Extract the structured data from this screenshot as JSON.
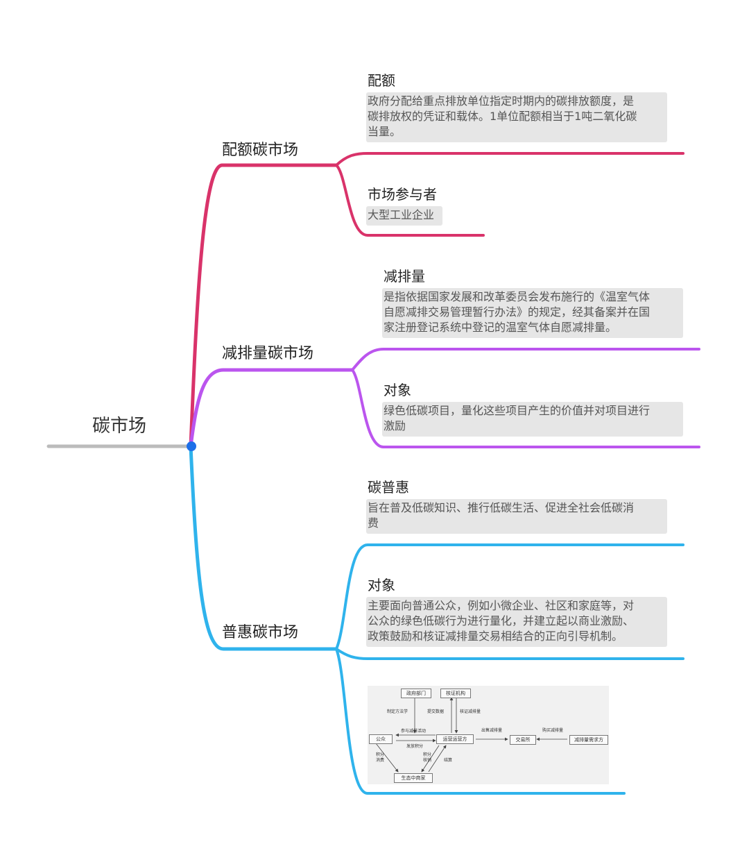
{
  "root": {
    "label": "碳市场"
  },
  "branches": [
    {
      "label": "配额碳市场",
      "color": "#d9336a",
      "leaves": [
        {
          "title": "配额",
          "note": [
            "政府分配给重点排放单位指定时期内的碳排放额度，是",
            "碳排放权的凭证和载体。1单位配额相当于1吨二氧化碳",
            "当量。"
          ]
        },
        {
          "title": "市场参与者",
          "note": [
            "大型工业企业"
          ]
        }
      ]
    },
    {
      "label": "减排量碳市场",
      "color": "#bb55ee",
      "leaves": [
        {
          "title": "减排量",
          "note": [
            "是指依据国家发展和改革委员会发布施行的《温室气体",
            "自愿减排交易管理暂行办法》的规定，经其备案并在国",
            "家注册登记系统中登记的温室气体自愿减排量。"
          ]
        },
        {
          "title": "对象",
          "note": [
            "绿色低碳项目，量化这些项目产生的价值并对项目进行",
            "激励"
          ]
        }
      ]
    },
    {
      "label": "普惠碳市场",
      "color": "#2fb3ec",
      "leaves": [
        {
          "title": "碳普惠",
          "note": [
            "旨在普及低碳知识、推行低碳生活、促进全社会低碳消",
            "费"
          ]
        },
        {
          "title": "对象",
          "note": [
            "主要面向普通公众，例如小微企业、社区和家庭等，对",
            "公众的绿色低碳行为进行量化，并建立起以商业激励、",
            "政策鼓励和核证减排量交易相结合的正向引导机制。"
          ]
        }
      ]
    }
  ],
  "root_line_color": "#bbbbbb",
  "node_color": "#1e6fe8",
  "flowchart": {
    "boxes": {
      "gov": "政府部门",
      "verify": "核证机构",
      "public": "公众",
      "operator": "运营运营方",
      "exchange": "交易所",
      "buyer": "减排量需求方",
      "merchant": "生态中商家"
    },
    "labels": {
      "policy": "制定方法学",
      "submit": "提交数据",
      "verify_reduction": "核证减排量",
      "join": "参与减排活动",
      "points": "发放积分",
      "sell": "出售减排量",
      "buy": "购买减排量",
      "spend": "积分\n消费",
      "redeem": "积分\n核销",
      "settle": "结算"
    }
  }
}
